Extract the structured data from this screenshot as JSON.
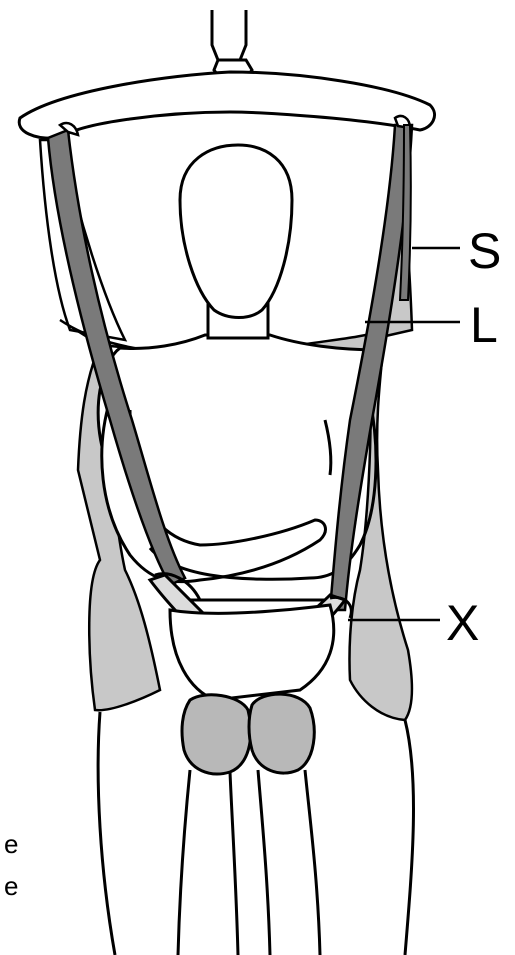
{
  "labels": {
    "s": "S",
    "l": "L",
    "x": "X"
  },
  "cut_text": {
    "line1": "e",
    "line2": "e"
  },
  "colors": {
    "line": "#000000",
    "strap_dark": "#7a7a7a",
    "sling_grey": "#c8c8c8",
    "skin": "#ffffff"
  }
}
